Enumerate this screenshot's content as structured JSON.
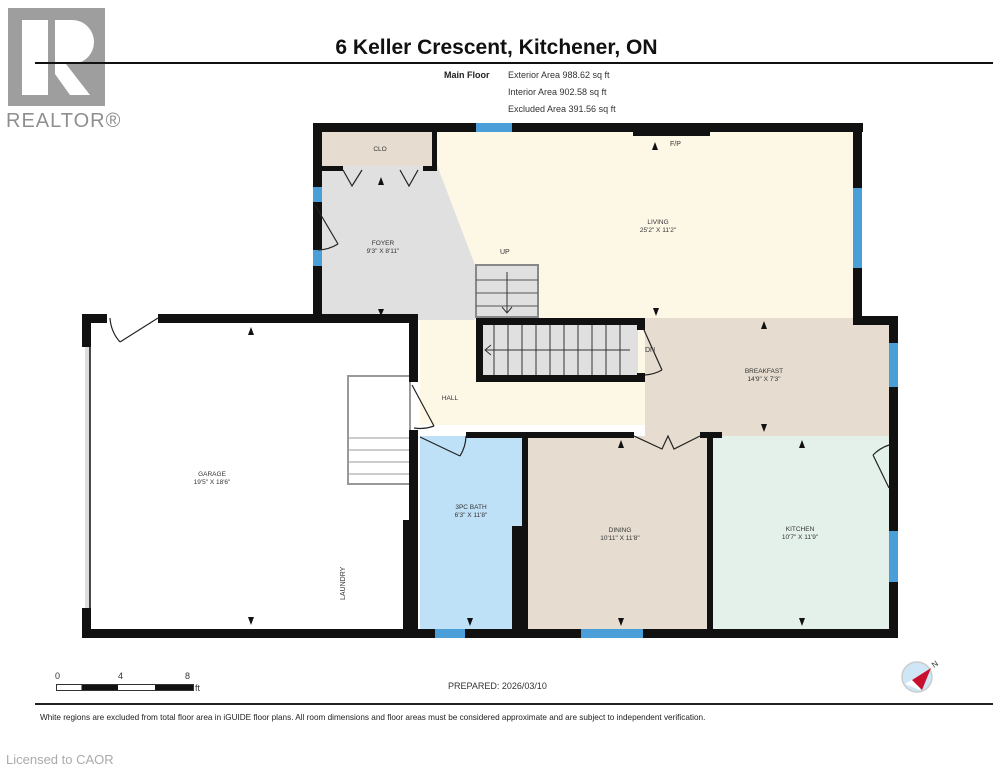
{
  "header": {
    "logo_text": "REALTOR®",
    "title": "6 Keller Crescent, Kitchener, ON"
  },
  "floor_summary": {
    "floor_name": "Main Floor",
    "exterior_area": "Exterior Area 988.62 sq ft",
    "interior_area": "Interior Area 902.58 sq ft",
    "excluded_area": "Excluded Area 391.56 sq ft"
  },
  "rooms": {
    "closet": {
      "name": "CLO",
      "dims": ""
    },
    "foyer": {
      "name": "FOYER",
      "dims": "9'3\" x 8'11\""
    },
    "living": {
      "name": "LIVING",
      "dims": "25'2\" x 11'2\""
    },
    "breakfast": {
      "name": "BREAKFAST",
      "dims": "14'9\" x 7'3\""
    },
    "hall": {
      "name": "HALL",
      "dims": ""
    },
    "garage": {
      "name": "GARAGE",
      "dims": "19'5\" x 18'6\""
    },
    "bath": {
      "name": "3PC BATH",
      "dims": "6'3\" x 11'8\""
    },
    "dining": {
      "name": "DINING",
      "dims": "10'11\" x 11'8\""
    },
    "kitchen": {
      "name": "KITCHEN",
      "dims": "10'7\" x 11'9\""
    }
  },
  "annotations": {
    "fireplace": "F/P",
    "stairs_up": "UP",
    "stairs_down": "DN",
    "laundry": "LAUNDRY"
  },
  "colors": {
    "wall": "#111111",
    "window": "#4a9fd8",
    "living_hall": "#fdf7e6",
    "foyer": "#e0e0e0",
    "closet": "#e6ddd0",
    "breakfast_dining": "#e6ddd0",
    "bath": "#bfe1f7",
    "kitchen": "#e4f1ea",
    "garage": "#ffffff"
  },
  "scale": {
    "ticks": [
      "0",
      "4",
      "8"
    ],
    "unit": "ft"
  },
  "footer": {
    "prepared": "PREPARED: 2026/03/10",
    "disclaimer": "White regions are excluded from total floor area in iGUIDE floor plans. All room dimensions and floor areas must be considered approximate and are subject to independent verification.",
    "licensed": "Licensed to CAOR"
  },
  "compass": {
    "label": "N"
  }
}
